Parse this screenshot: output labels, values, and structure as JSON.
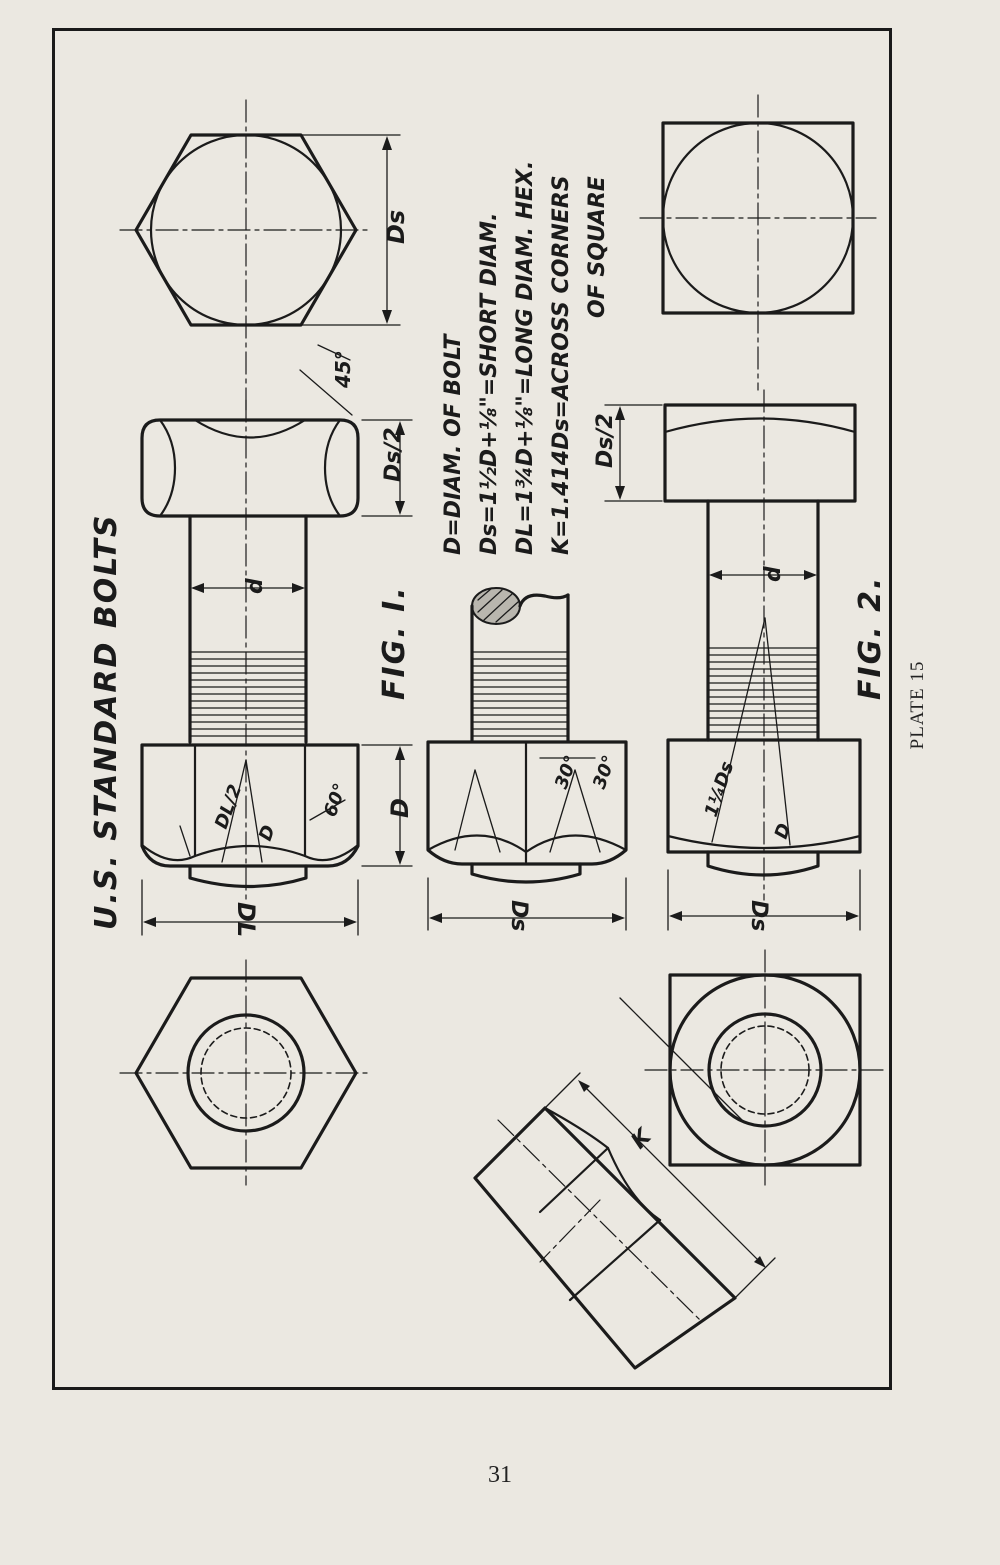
{
  "plate": {
    "title": "U.S. STANDARD BOLTS",
    "fig1": "FIG. I.",
    "fig2": "FIG. 2.",
    "plate_label": "PLATE 15",
    "page_number": "31"
  },
  "formulas": [
    "D=DIAM. OF BOLT",
    "Ds=1½D+⅛\"=SHORT DIAM.",
    "DL=1¾D+⅛\"=LONG DIAM. HEX.",
    "K=1.414Ds=ACROSS CORNERS",
    "OF SQUARE"
  ],
  "dimensions": {
    "ds": "Ds",
    "ds_half": "Ds/2",
    "angle_45": "45°",
    "shank_d": "d",
    "nut_d": "D",
    "dl": "DL",
    "dl_half": "DL/2",
    "angle_60": "60°",
    "angle_30a": "30°",
    "angle_30b": "30°",
    "one_quarter_ds": "1¼Ds",
    "k": "K"
  }
}
